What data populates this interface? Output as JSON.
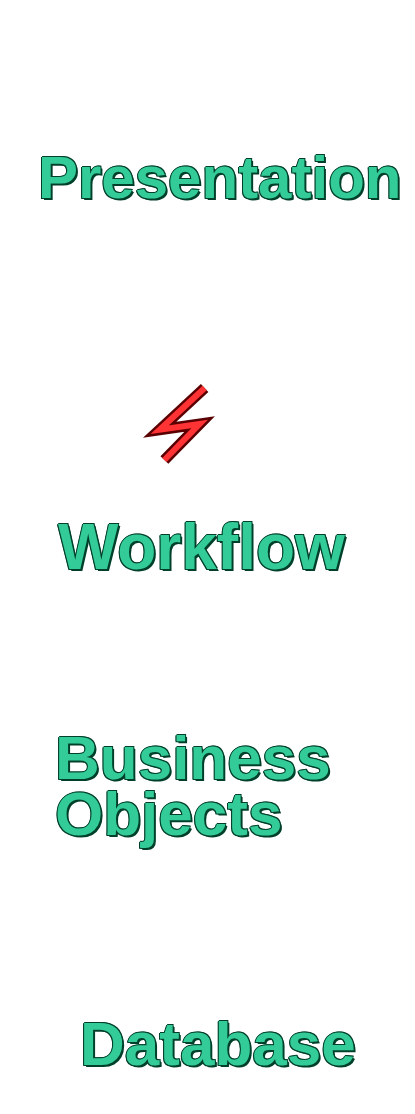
{
  "diagram": {
    "nodes": [
      {
        "text": [
          "Presentation"
        ]
      },
      {
        "text": [
          "Workflow",
          "Business Objects",
          "Database"
        ]
      }
    ],
    "edges": [
      {
        "from": 0,
        "to": 1,
        "arrow": "none"
      }
    ]
  }
}
